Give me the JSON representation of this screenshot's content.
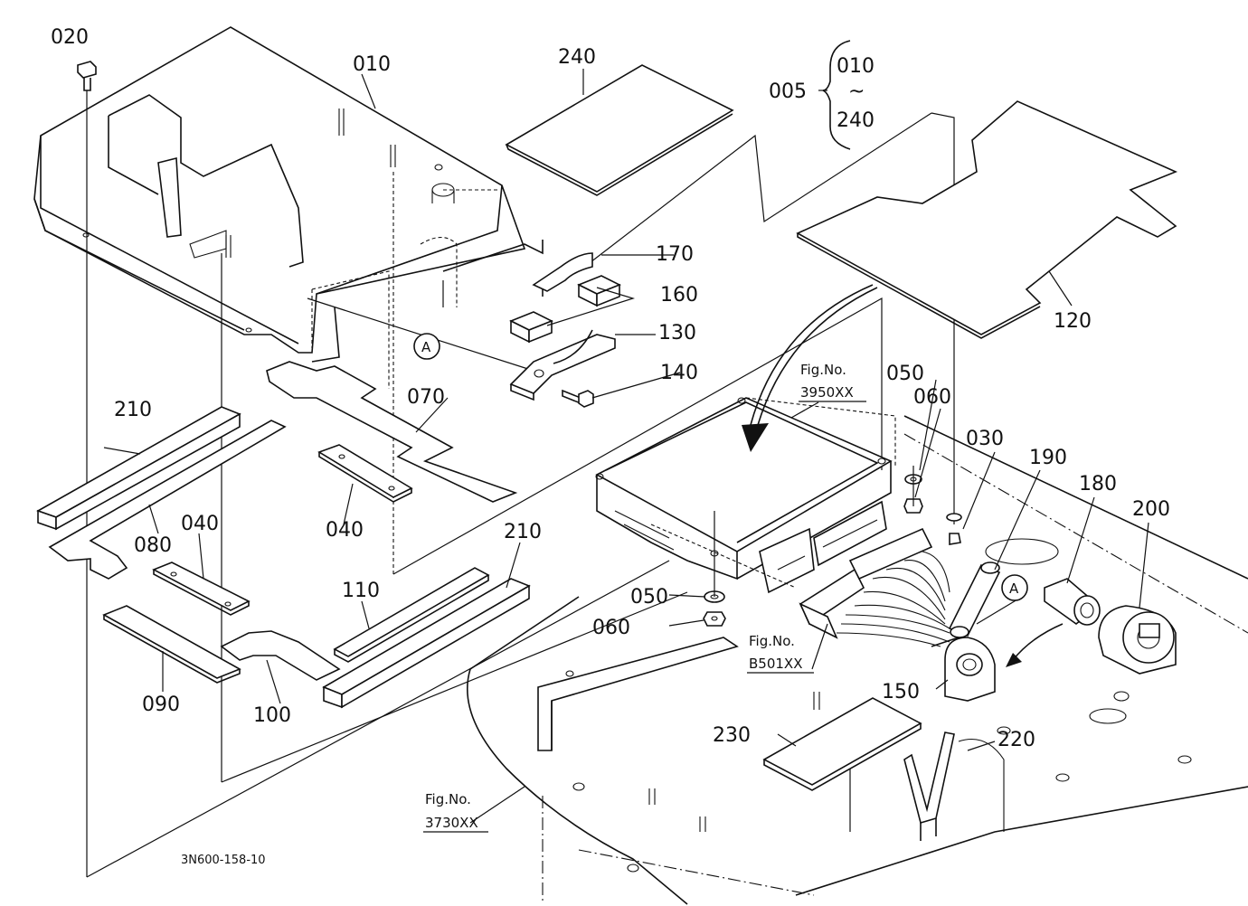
{
  "drawing_code": "3N600-158-10",
  "assembly": {
    "number": "005",
    "range_from": "010",
    "range_sep": "~",
    "range_to": "240"
  },
  "detail_marker": "A",
  "parts": {
    "p010": "010",
    "p020": "020",
    "p030": "030",
    "p040a": "040",
    "p040b": "040",
    "p050a": "050",
    "p050b": "050",
    "p060a": "060",
    "p060b": "060",
    "p070": "070",
    "p080": "080",
    "p090": "090",
    "p100": "100",
    "p110": "110",
    "p120": "120",
    "p130": "130",
    "p140": "140",
    "p150": "150",
    "p160": "160",
    "p170": "170",
    "p180": "180",
    "p190": "190",
    "p200": "200",
    "p210a": "210",
    "p210b": "210",
    "p220": "220",
    "p230": "230",
    "p240": "240"
  },
  "figure_refs": [
    {
      "label": "Fig.No.",
      "number": "3950XX"
    },
    {
      "label": "Fig.No.",
      "number": "B501XX"
    },
    {
      "label": "Fig.No.",
      "number": "3730XX"
    }
  ]
}
